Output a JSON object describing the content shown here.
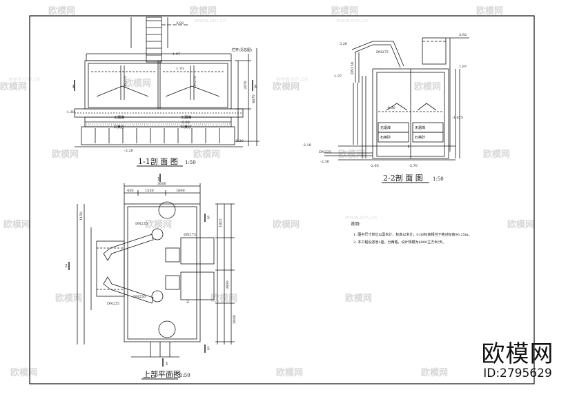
{
  "drawing": {
    "section_1": {
      "title": "1-1剖 面 图",
      "scale": "1:50"
    },
    "section_2": {
      "title": "2-2剖 面 图",
      "scale": "1:50"
    },
    "plan": {
      "title": "上部平面图",
      "scale": "1:50"
    },
    "notes": {
      "heading": "说明:",
      "items": [
        "1. 图中尺寸单位以毫米计，标高以米计，0.00标高相当于绝对标高90.25m。",
        "2. 本工程设滤池1座，分两格，设计规模为6000立方米/天。"
      ]
    },
    "labels_1": {
      "railing": "栏杆(见总图)",
      "pipe_a": "DN275",
      "pipe_b": "DN275",
      "h1": "3.92",
      "h2": "1.97",
      "h3": "1.70",
      "h4": "-1.30",
      "h5": "-2.00",
      "h6": "-2.20",
      "h7": "-3.30",
      "mat1": "无烟煤",
      "mat2": "石英砂",
      "mat3": "无烟煤",
      "mat4": "石英砂",
      "dim1": "2870",
      "dim2": "4670"
    },
    "labels_2": {
      "h1": "3.92",
      "h2": "3.20",
      "h3": "1.97",
      "h4": "1.37",
      "h5": "-0.30",
      "h6": "-2.10",
      "h7": "-2.65",
      "h8": "-2.70",
      "h9": "-2.30",
      "h10": "-1.625",
      "pipe1": "DN275",
      "pipe2": "DN225",
      "pipe3": "DN250",
      "mat1": "无烟煤",
      "mat2": "石英砂",
      "mat3": "无烟煤",
      "mat4": "石英砂"
    },
    "labels_plan": {
      "w_total": "3600",
      "w_a": "1550",
      "w_b": "1800",
      "w_c": "450",
      "pipe1": "DN225",
      "pipe2": "DN275",
      "pipe3": "DN250",
      "pipe4": "DN225",
      "side1": "1150",
      "side2": "3450",
      "side3": "3600",
      "side4": "1815"
    },
    "section_marks": [
      "1",
      "1",
      "2",
      "2",
      "3",
      "3",
      "5",
      "5"
    ]
  },
  "watermark": {
    "brand": "欧模网",
    "url": "www.om.cn",
    "logo": "欧模网",
    "id": "ID:2795629"
  }
}
